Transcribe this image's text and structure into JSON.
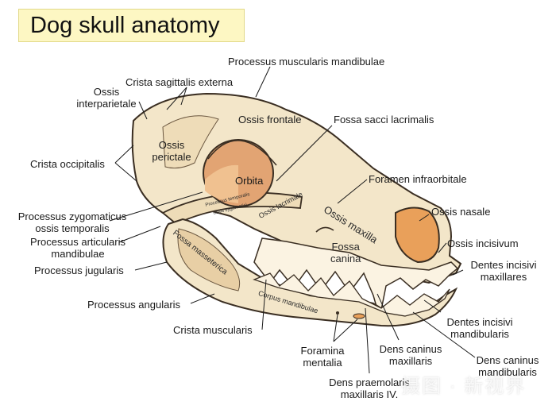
{
  "title": "Dog skull anatomy",
  "colors": {
    "bone": "#f3e6c9",
    "bone_shade": "#e8cfa5",
    "orbit": "#e2a473",
    "nasal": "#e9a05a",
    "title_bg": "#fdf7c3"
  },
  "labels": {
    "processus_muscularis_mandibulae": "Processus muscularis mandibulae",
    "crista_sagittalis_externa": "Crista sagittalis externa",
    "ossis_interparietale_1": "Ossis",
    "ossis_interparietale_2": "interparietale",
    "ossis_frontale": "Ossis frontale",
    "fossa_sacci_lacrimalis": "Fossa sacci lacrimalis",
    "ossis_perictale_1": "Ossis",
    "ossis_perictale_2": "perictale",
    "crista_occipitalis": "Crista occipitalis",
    "orbita": "Orbita",
    "foramen_infraorbitale": "Foramen infraorbitale",
    "processus_zygomaticus_1": "Processus zygomaticus",
    "processus_zygomaticus_2": "ossis temporalis",
    "ossis_nasale": "Ossis nasale",
    "processus_articularis_1": "Processus articularis",
    "processus_articularis_2": "mandibulae",
    "ossis_incisivum": "Ossis incisivum",
    "processus_jugularis": "Processus jugularis",
    "dentes_incisivi_max_1": "Dentes incisivi",
    "dentes_incisivi_max_2": "maxillares",
    "processus_angularis": "Processus angularis",
    "dentes_incisivi_mand_1": "Dentes incisivi",
    "dentes_incisivi_mand_2": "mandibularis",
    "crista_muscularis": "Crista muscularis",
    "foramina_mentalia_1": "Foramina",
    "foramina_mentalia_2": "mentalia",
    "dens_caninus_max_1": "Dens caninus",
    "dens_caninus_max_2": "maxillaris",
    "dens_caninus_mand_1": "Dens caninus",
    "dens_caninus_mand_2": "mandibularis",
    "dens_praemolaris_1": "Dens praemolaris",
    "dens_praemolaris_2": "maxillaris IV."
  },
  "inner_labels": {
    "ossis_maxilla": "Ossis maxilla",
    "fossa_canina_1": "Fossa",
    "fossa_canina_2": "canina",
    "ossis_lacrimale": "Ossis lacrimale",
    "processus_temporalis": "Processus temporalis",
    "ossis_zygomatici": "ossis zygomatici",
    "fossa_masseterica": "Fossa masseterica",
    "corpus_mandibulae": "Corpus mandibulae"
  },
  "watermark": "摄图 · 新视界"
}
